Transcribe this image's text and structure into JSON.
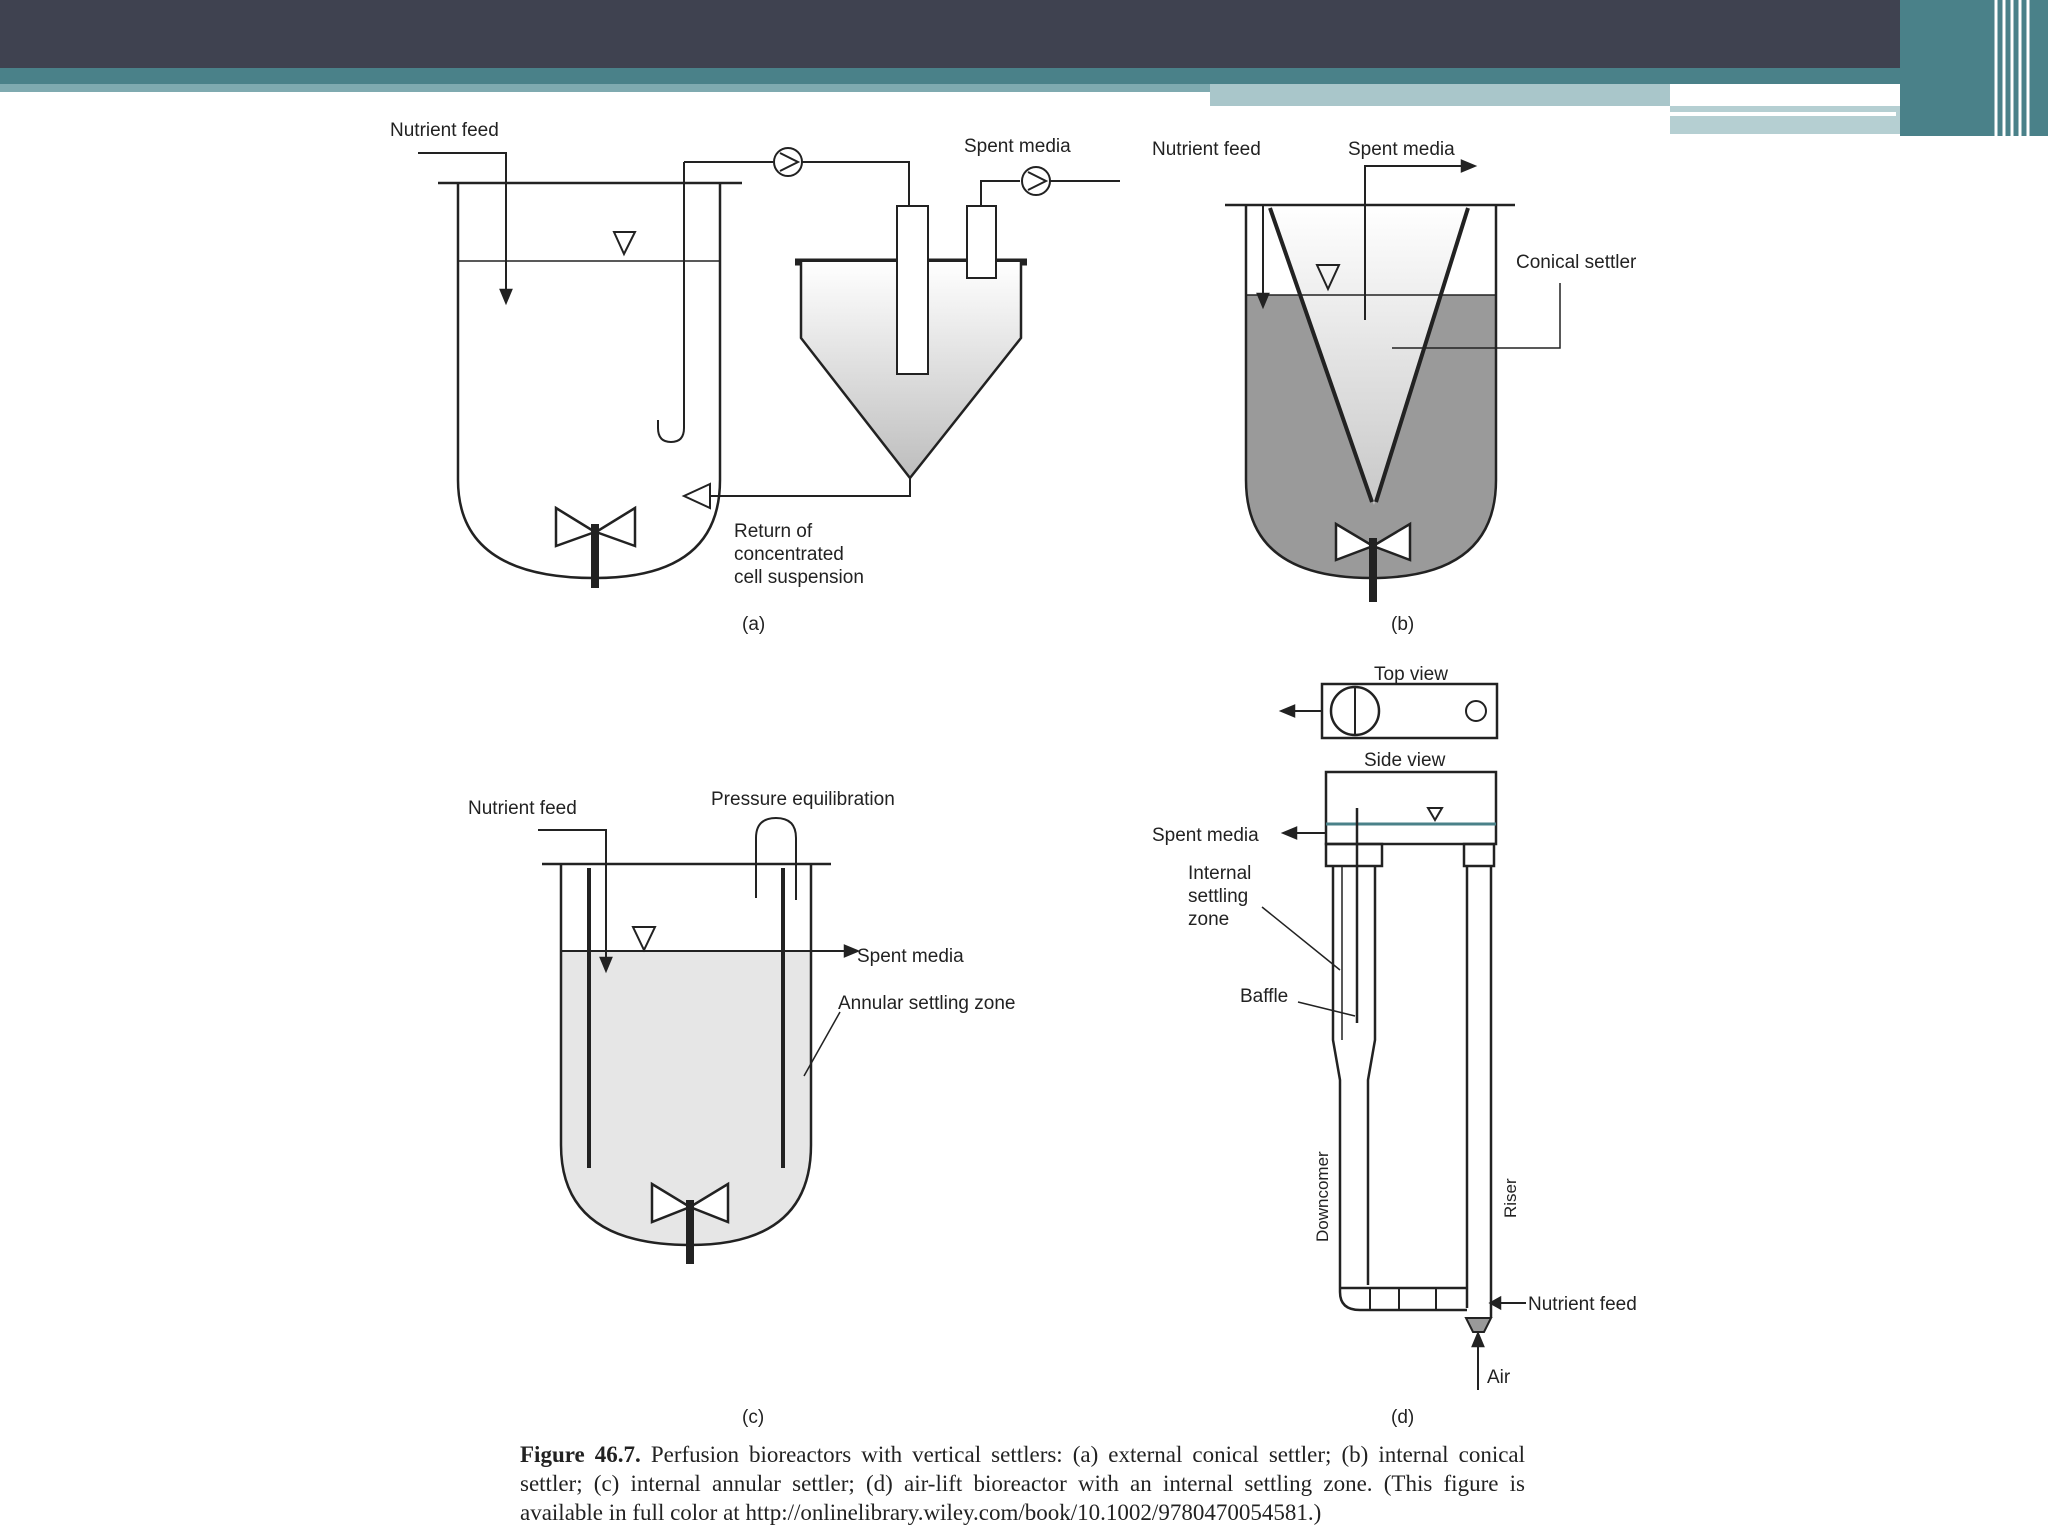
{
  "figure": {
    "panel_a": {
      "nutrient_feed": "Nutrient feed",
      "spent_media": "Spent media",
      "return_line1": "Return of",
      "return_line2": "concentrated",
      "return_line3": "cell suspension",
      "label": "(a)"
    },
    "panel_b": {
      "nutrient_feed": "Nutrient feed",
      "spent_media": "Spent media",
      "conical_settler": "Conical settler",
      "label": "(b)"
    },
    "panel_c": {
      "nutrient_feed": "Nutrient feed",
      "pressure_equilibration": "Pressure equilibration",
      "spent_media": "Spent media",
      "annular_settling_zone": "Annular settling zone",
      "label": "(c)"
    },
    "panel_d": {
      "top_view": "Top view",
      "side_view": "Side view",
      "spent_media": "Spent media",
      "internal_line1": "Internal",
      "internal_line2": "settling",
      "internal_line3": "zone",
      "baffle": "Baffle",
      "downcomer": "Downcomer",
      "riser": "Riser",
      "nutrient_feed": "Nutrient feed",
      "air": "Air",
      "label": "(d)"
    },
    "caption_label": "Figure 46.7.",
    "caption_text": "Perfusion bioreactors with vertical settlers: (a) external conical settler; (b) internal conical settler; (c) internal annular settler; (d) air-lift bioreactor with an internal settling zone. (This figure is available in full color at http://onlinelibrary.wiley.com/book/10.1002/9780470054581.)"
  },
  "colors": {
    "header_bar": "#3f4250",
    "header_stripe": "#4a8189",
    "liquid_gray": "#9a9a9a",
    "liquid_light": "#e6e6e6"
  }
}
